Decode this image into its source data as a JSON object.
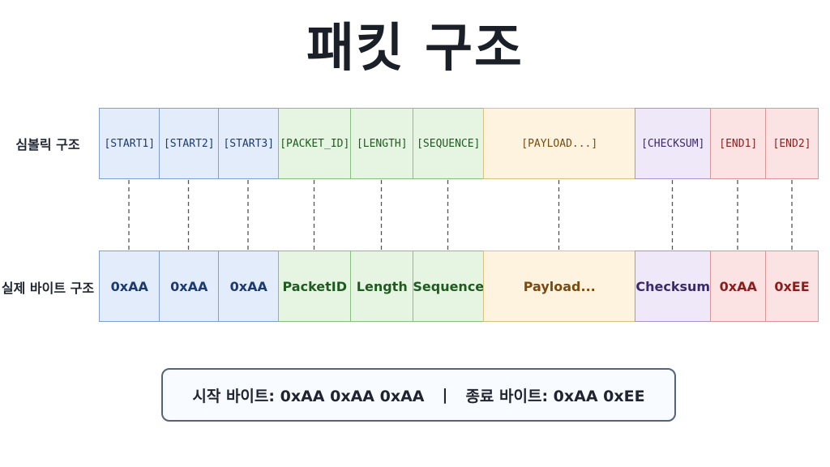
{
  "title": "패킷 구조",
  "rows": {
    "symbolic_label": "심볼릭 구조",
    "actual_label": "실제 바이트 구조"
  },
  "fields": [
    {
      "symbolic": "[START1]",
      "actual": "0xAA",
      "group": "blue"
    },
    {
      "symbolic": "[START2]",
      "actual": "0xAA",
      "group": "blue"
    },
    {
      "symbolic": "[START3]",
      "actual": "0xAA",
      "group": "blue"
    },
    {
      "symbolic": "[PACKET_ID]",
      "actual": "PacketID",
      "group": "green"
    },
    {
      "symbolic": "[LENGTH]",
      "actual": "Length",
      "group": "green"
    },
    {
      "symbolic": "[SEQUENCE]",
      "actual": "Sequence",
      "group": "green"
    },
    {
      "symbolic": "[PAYLOAD...]",
      "actual": "Payload...",
      "group": "yellow"
    },
    {
      "symbolic": "[CHECKSUM]",
      "actual": "Checksum",
      "group": "purple"
    },
    {
      "symbolic": "[END1]",
      "actual": "0xAA",
      "group": "red"
    },
    {
      "symbolic": "[END2]",
      "actual": "0xEE",
      "group": "red"
    }
  ],
  "legend": {
    "start_text": "시작 바이트: 0xAA 0xAA 0xAA",
    "separator": "|",
    "end_text": "종료 바이트: 0xAA 0xEE"
  },
  "colors": {
    "blue": "#e3ecfa",
    "green": "#e6f4e2",
    "yellow": "#fdf3df",
    "purple": "#efe8f8",
    "red": "#fbe3e3",
    "connector": "#555555"
  }
}
